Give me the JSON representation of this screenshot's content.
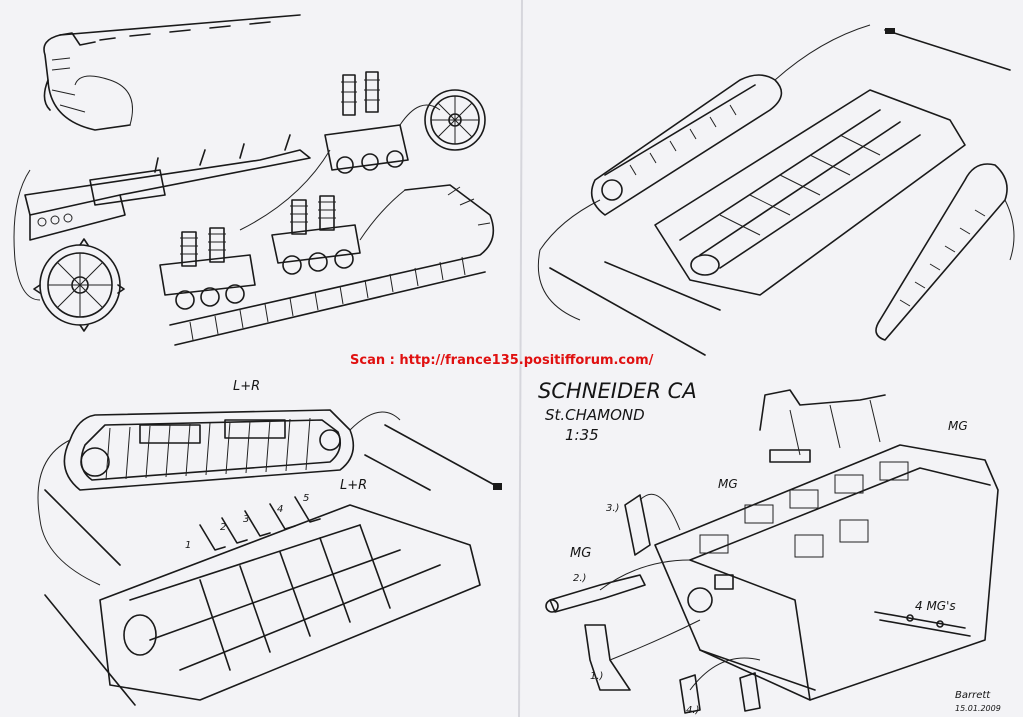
{
  "scan_credit": "Scan : http://france135.positifforum.com/",
  "title": {
    "line1": "SCHNEIDER CA",
    "line2": "St.CHAMOND",
    "scale": "1:35"
  },
  "labels": {
    "track_pair_top": "L+R",
    "track_pair_side": "L+R",
    "step_1": "1",
    "step_2": "2",
    "step_3": "3",
    "step_4": "4",
    "step_5": "5",
    "mg_a": "MG",
    "mg_b": "MG",
    "mg_c": "MG",
    "four_mgs": "4 MG's",
    "part_1": "1.)",
    "part_2": "2.)",
    "part_3": "3.)",
    "part_4": "4.)"
  },
  "signature": {
    "name": "Barrett",
    "date": "15.01.2009"
  },
  "colors": {
    "paper": "#f3f3f6",
    "ink": "#1a1a1a",
    "credit": "#e01010"
  }
}
